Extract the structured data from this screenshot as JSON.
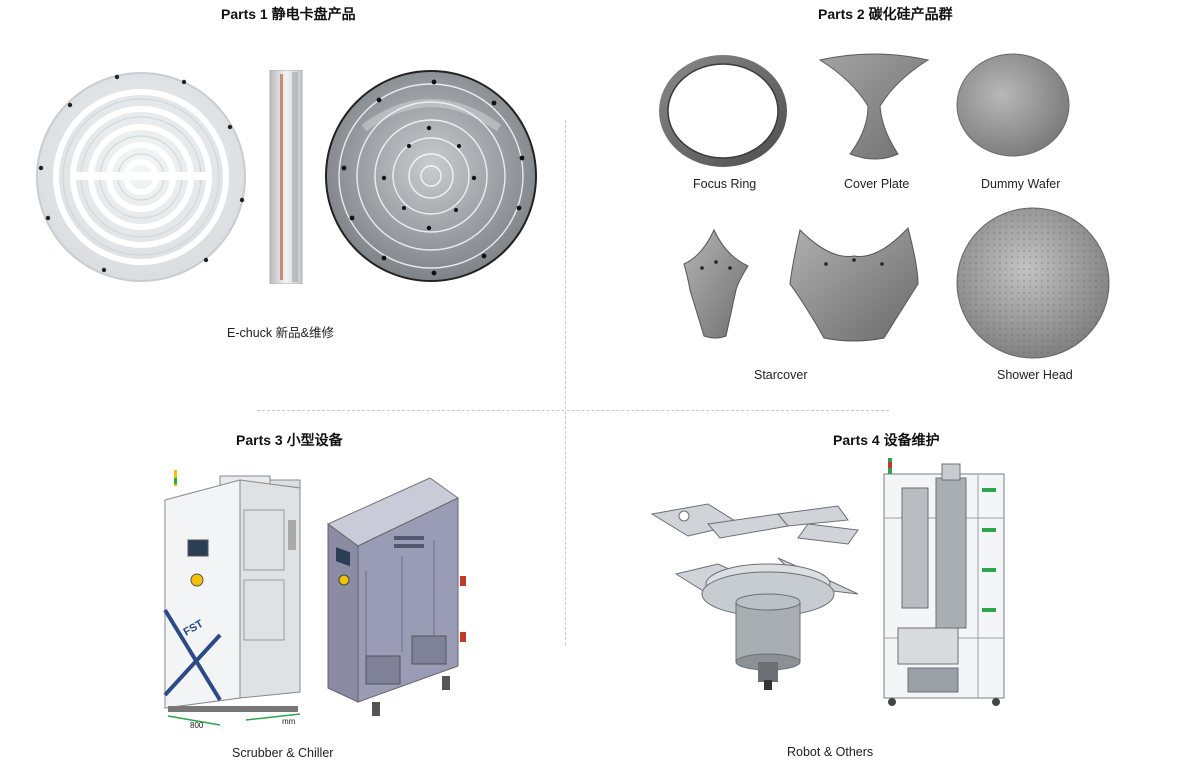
{
  "sections": {
    "parts1": {
      "title": "Parts 1 静电卡盘产品",
      "caption": "E-chuck 新品&维修"
    },
    "parts2": {
      "title": "Parts 2 碳化硅产品群",
      "items": [
        {
          "label": "Focus Ring"
        },
        {
          "label": "Cover Plate"
        },
        {
          "label": "Dummy Wafer"
        },
        {
          "label": "Starcover"
        },
        {
          "label": "Shower Head"
        }
      ]
    },
    "parts3": {
      "title": "Parts 3 小型设备",
      "caption": "Scrubber & Chiller",
      "logo_text": "FST",
      "dim_left": "800",
      "dim_right": "mm"
    },
    "parts4": {
      "title": "Parts 4 设备维护",
      "caption": "Robot & Others"
    }
  },
  "colors": {
    "divider": "#c9c9c9",
    "echuck_face": "#e9ecee",
    "sic_gray": "#8e8e8e",
    "cabinet_gray": "#9a9cb6",
    "logo_blue": "#2b4a86"
  }
}
